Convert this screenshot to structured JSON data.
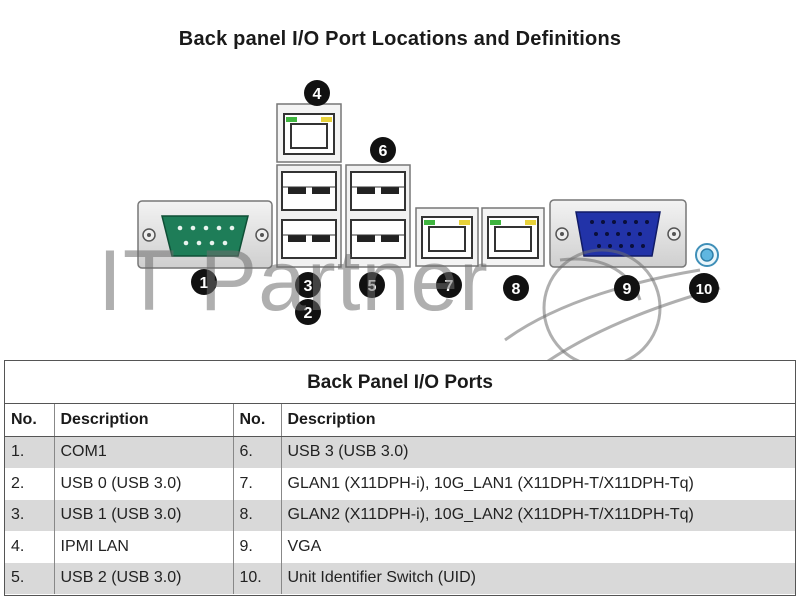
{
  "page_title": "Back panel I/O Port Locations and Definitions",
  "watermark": "IT Partner",
  "callouts": [
    "1",
    "2",
    "3",
    "4",
    "5",
    "6",
    "7",
    "8",
    "9",
    "10"
  ],
  "table": {
    "caption": "Back Panel I/O Ports",
    "headers": [
      "No.",
      "Description",
      "No.",
      "Description"
    ],
    "rows": [
      [
        "1.",
        "COM1",
        "6.",
        "USB 3 (USB 3.0)"
      ],
      [
        "2.",
        "USB 0 (USB 3.0)",
        "7.",
        "GLAN1 (X11DPH-i), 10G_LAN1 (X11DPH-T/X11DPH-Tq)"
      ],
      [
        "3.",
        "USB 1 (USB 3.0)",
        "8.",
        "GLAN2 (X11DPH-i), 10G_LAN2 (X11DPH-T/X11DPH-Tq)"
      ],
      [
        "4.",
        "IPMI LAN",
        "9.",
        "VGA"
      ],
      [
        "5.",
        "USB 2 (USB 3.0)",
        "10.",
        "Unit Identifier Switch (UID)"
      ]
    ]
  },
  "colors": {
    "com_port": "#1e7d58",
    "vga_port": "#2233a8",
    "uid_button": "#5fb6e0",
    "led_green": "#3fb53f",
    "led_yellow": "#e8d23a",
    "callout_fill": "#111111"
  }
}
